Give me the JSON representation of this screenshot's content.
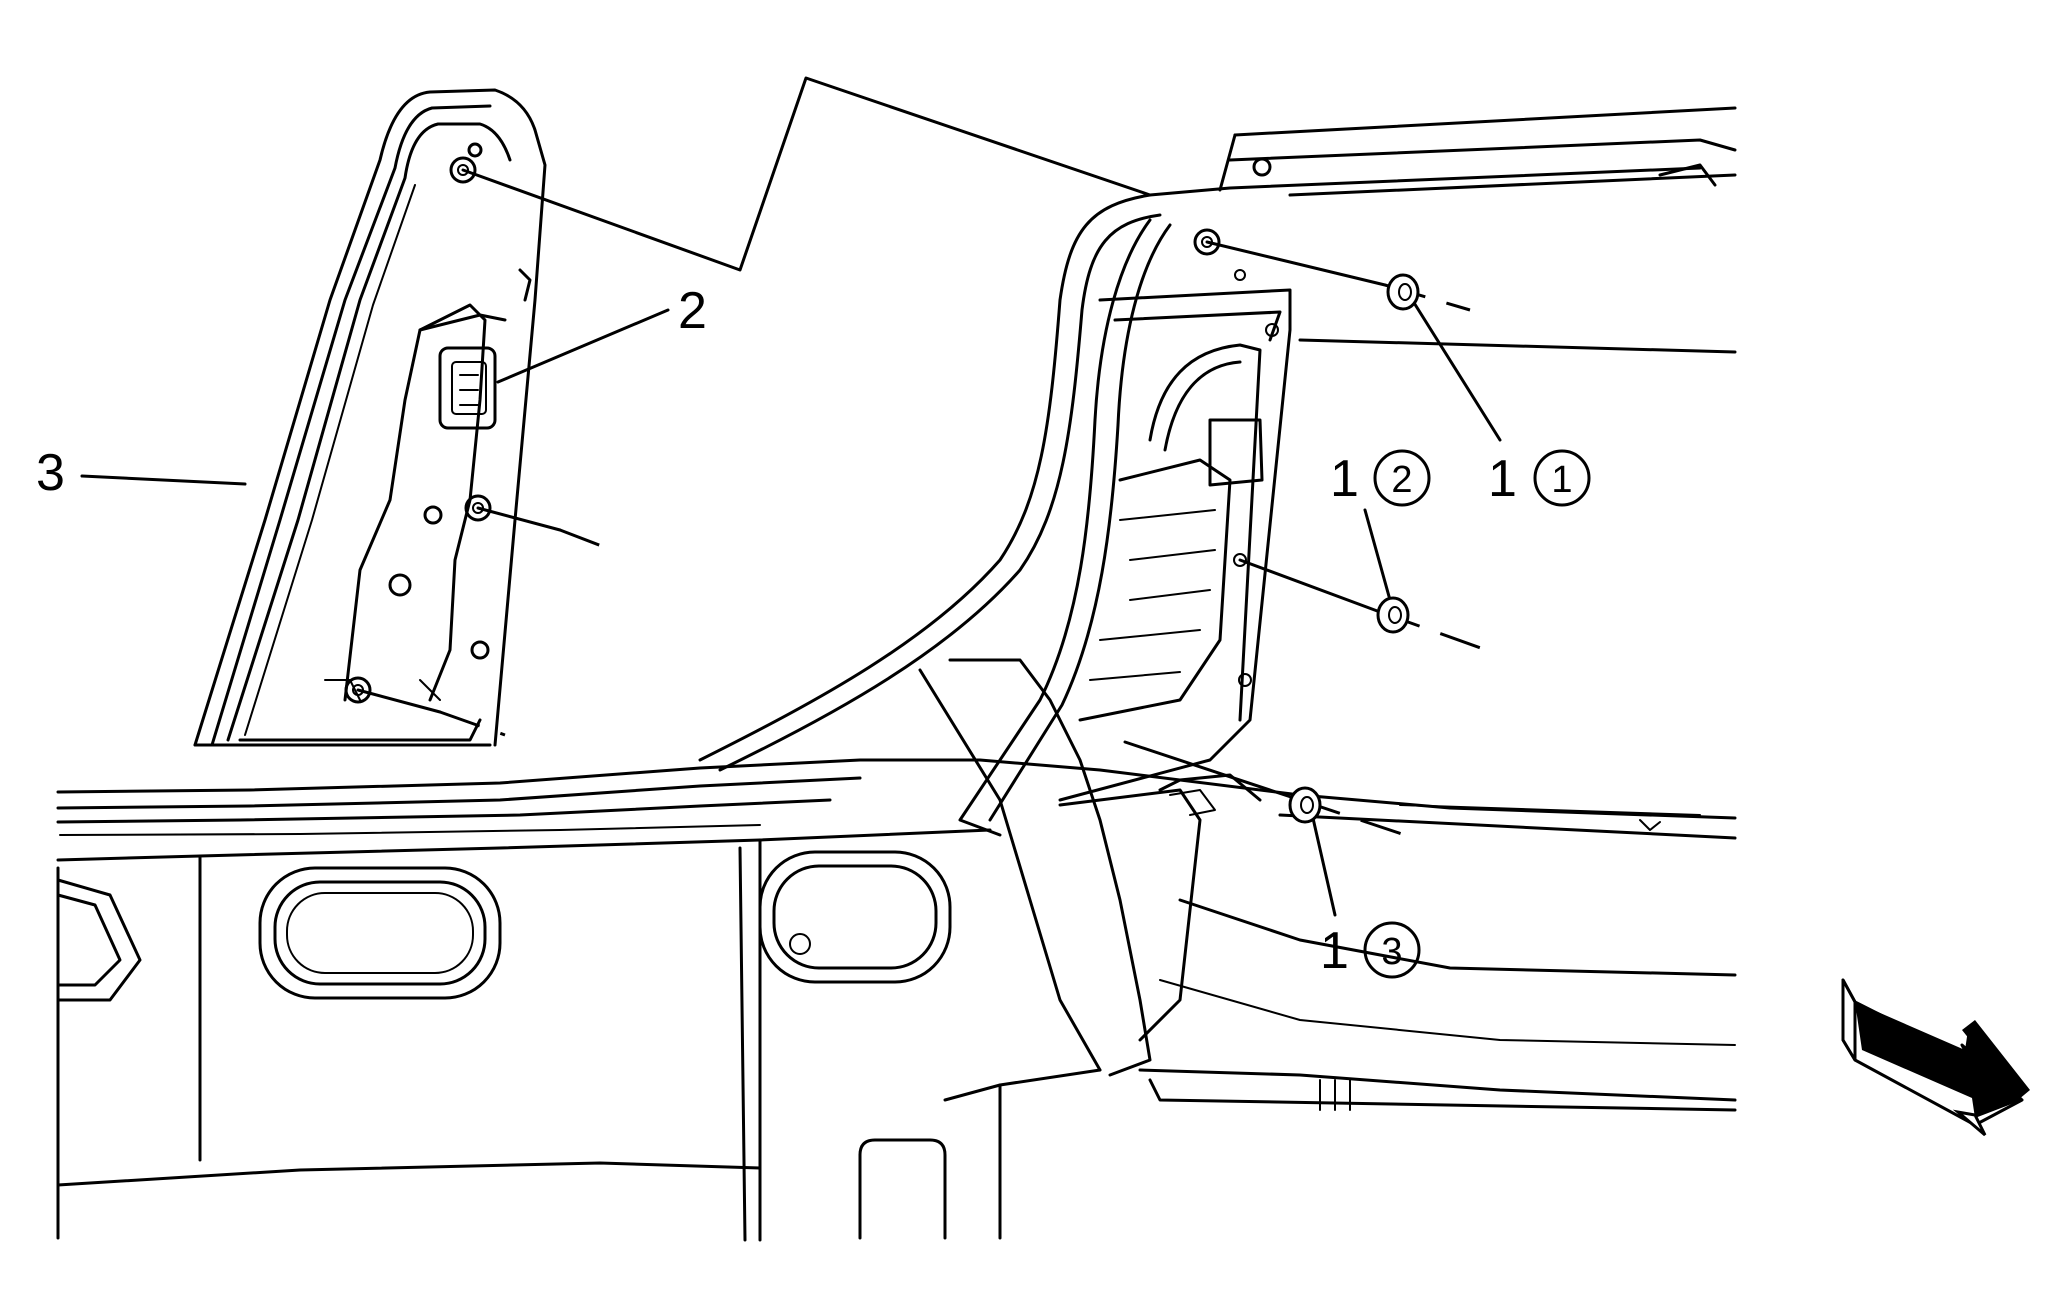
{
  "callouts": {
    "item_1": "1",
    "item_2": "2",
    "item_3": "3"
  },
  "sequence": {
    "step_1": "1",
    "step_2": "2",
    "step_3": "3"
  },
  "colors": {
    "line": "#000000",
    "background": "#ffffff",
    "arrow_fill": "#000000"
  },
  "icons": {
    "view_direction": "view-direction-arrow-icon"
  }
}
